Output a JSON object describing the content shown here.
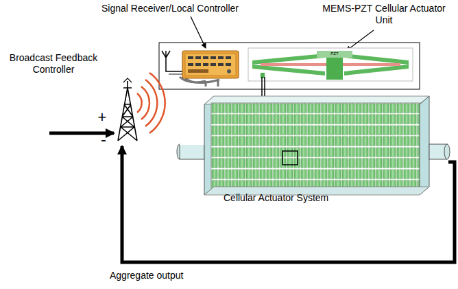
{
  "diagram": {
    "nodes": [
      {
        "text": [
          "Broadcast Feedback Controller"
        ]
      },
      {
        "text": [
          "Cellular Actuator System"
        ]
      }
    ],
    "edges": [
      {
        "from": 1,
        "to": 0,
        "arrow": "to",
        "label": "Aggregate output"
      }
    ],
    "labels": [
      "Signal Receiver/Local Controller",
      "MEMS-PZT Cellular Actuator Unit",
      "+",
      "-",
      "PZT"
    ]
  }
}
